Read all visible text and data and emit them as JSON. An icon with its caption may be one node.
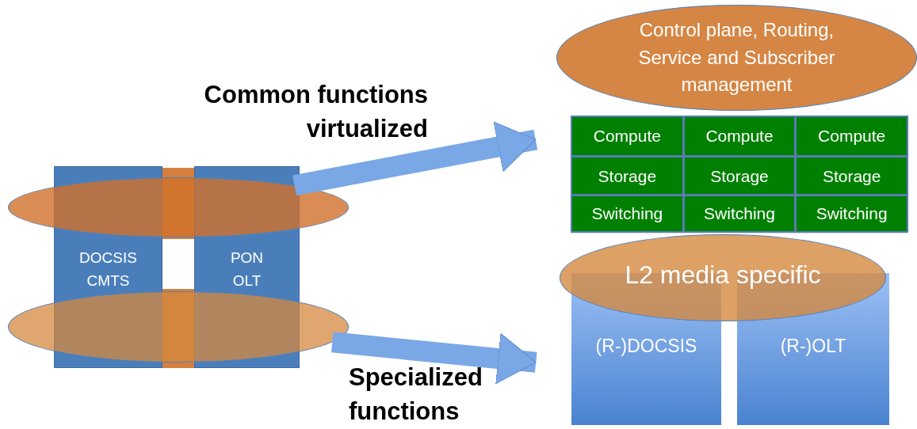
{
  "diagram": {
    "nodes": [
      {
        "text": [],
        "shape": "ellipse"
      },
      {
        "text": [
          "DOCSIS CMTS"
        ]
      },
      {
        "text": [
          "PON OLT"
        ]
      },
      {
        "text": [],
        "shape": "ellipse"
      },
      {
        "text": [
          "Control plane, Routing, Service and Subscriber management"
        ]
      },
      {
        "text": [],
        "shape": "box"
      },
      {
        "text": [
          "Compute"
        ],
        "in": 5
      },
      {
        "text": [
          "Compute"
        ],
        "in": 5
      },
      {
        "text": [
          "Compute"
        ],
        "in": 5
      },
      {
        "text": [
          "Storage"
        ],
        "in": 5
      },
      {
        "text": [
          "Storage"
        ],
        "in": 5
      },
      {
        "text": [
          "Storage"
        ],
        "in": 5
      },
      {
        "text": [
          "Switching"
        ],
        "in": 5
      },
      {
        "text": [
          "Switching"
        ],
        "in": 5
      },
      {
        "text": [
          "Switching"
        ],
        "in": 5
      },
      {
        "text": [
          "L2 media specific"
        ]
      },
      {
        "text": [
          "(R-)DOCSIS"
        ]
      },
      {
        "text": [
          "(R-)OLT"
        ]
      }
    ],
    "edges": [
      {
        "from": 0,
        "to": 5,
        "arrow": "to"
      },
      {
        "from": 3,
        "to": 16,
        "arrow": "to"
      }
    ],
    "labels": [
      "Common functions virtualized",
      "Specialized functions"
    ]
  }
}
